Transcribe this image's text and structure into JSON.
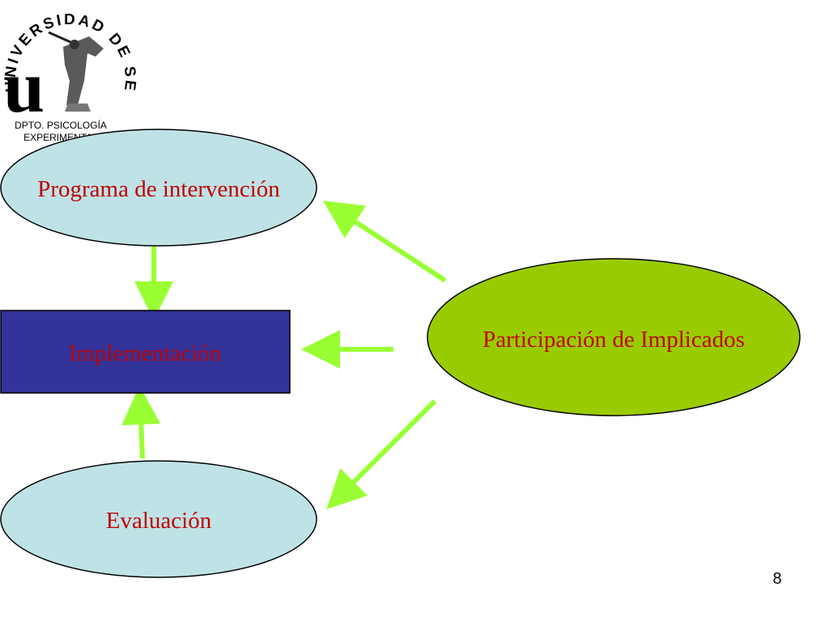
{
  "header": {
    "logo": {
      "name": "UNIVERSIDAD DE SEVILLA",
      "monogram": "u"
    },
    "department": [
      "DPTO. PSICOLOGÍA",
      "EXPERIMENTAL"
    ]
  },
  "diagram": {
    "nodes": {
      "programa": {
        "label": "Programa de intervención",
        "shape": "ellipse",
        "fill": "#bfe2e6",
        "text_color": "#c00000"
      },
      "implementacion": {
        "label": "Implementación",
        "shape": "rectangle",
        "fill": "#333399",
        "text_color": "#c00000"
      },
      "evaluacion": {
        "label": "Evaluación",
        "shape": "ellipse",
        "fill": "#bfe2e6",
        "text_color": "#c00000"
      },
      "participacion": {
        "label": "Participación de Implicados",
        "shape": "ellipse",
        "fill": "#99cc00",
        "text_color": "#c00000"
      }
    },
    "edges": [
      {
        "from": "programa",
        "to": "implementacion"
      },
      {
        "from": "evaluacion",
        "to": "implementacion"
      },
      {
        "from": "participacion",
        "to": "programa"
      },
      {
        "from": "participacion",
        "to": "implementacion"
      },
      {
        "from": "participacion",
        "to": "evaluacion"
      }
    ],
    "arrow_color": "#99ff33"
  },
  "footer": {
    "page_number": "8"
  }
}
